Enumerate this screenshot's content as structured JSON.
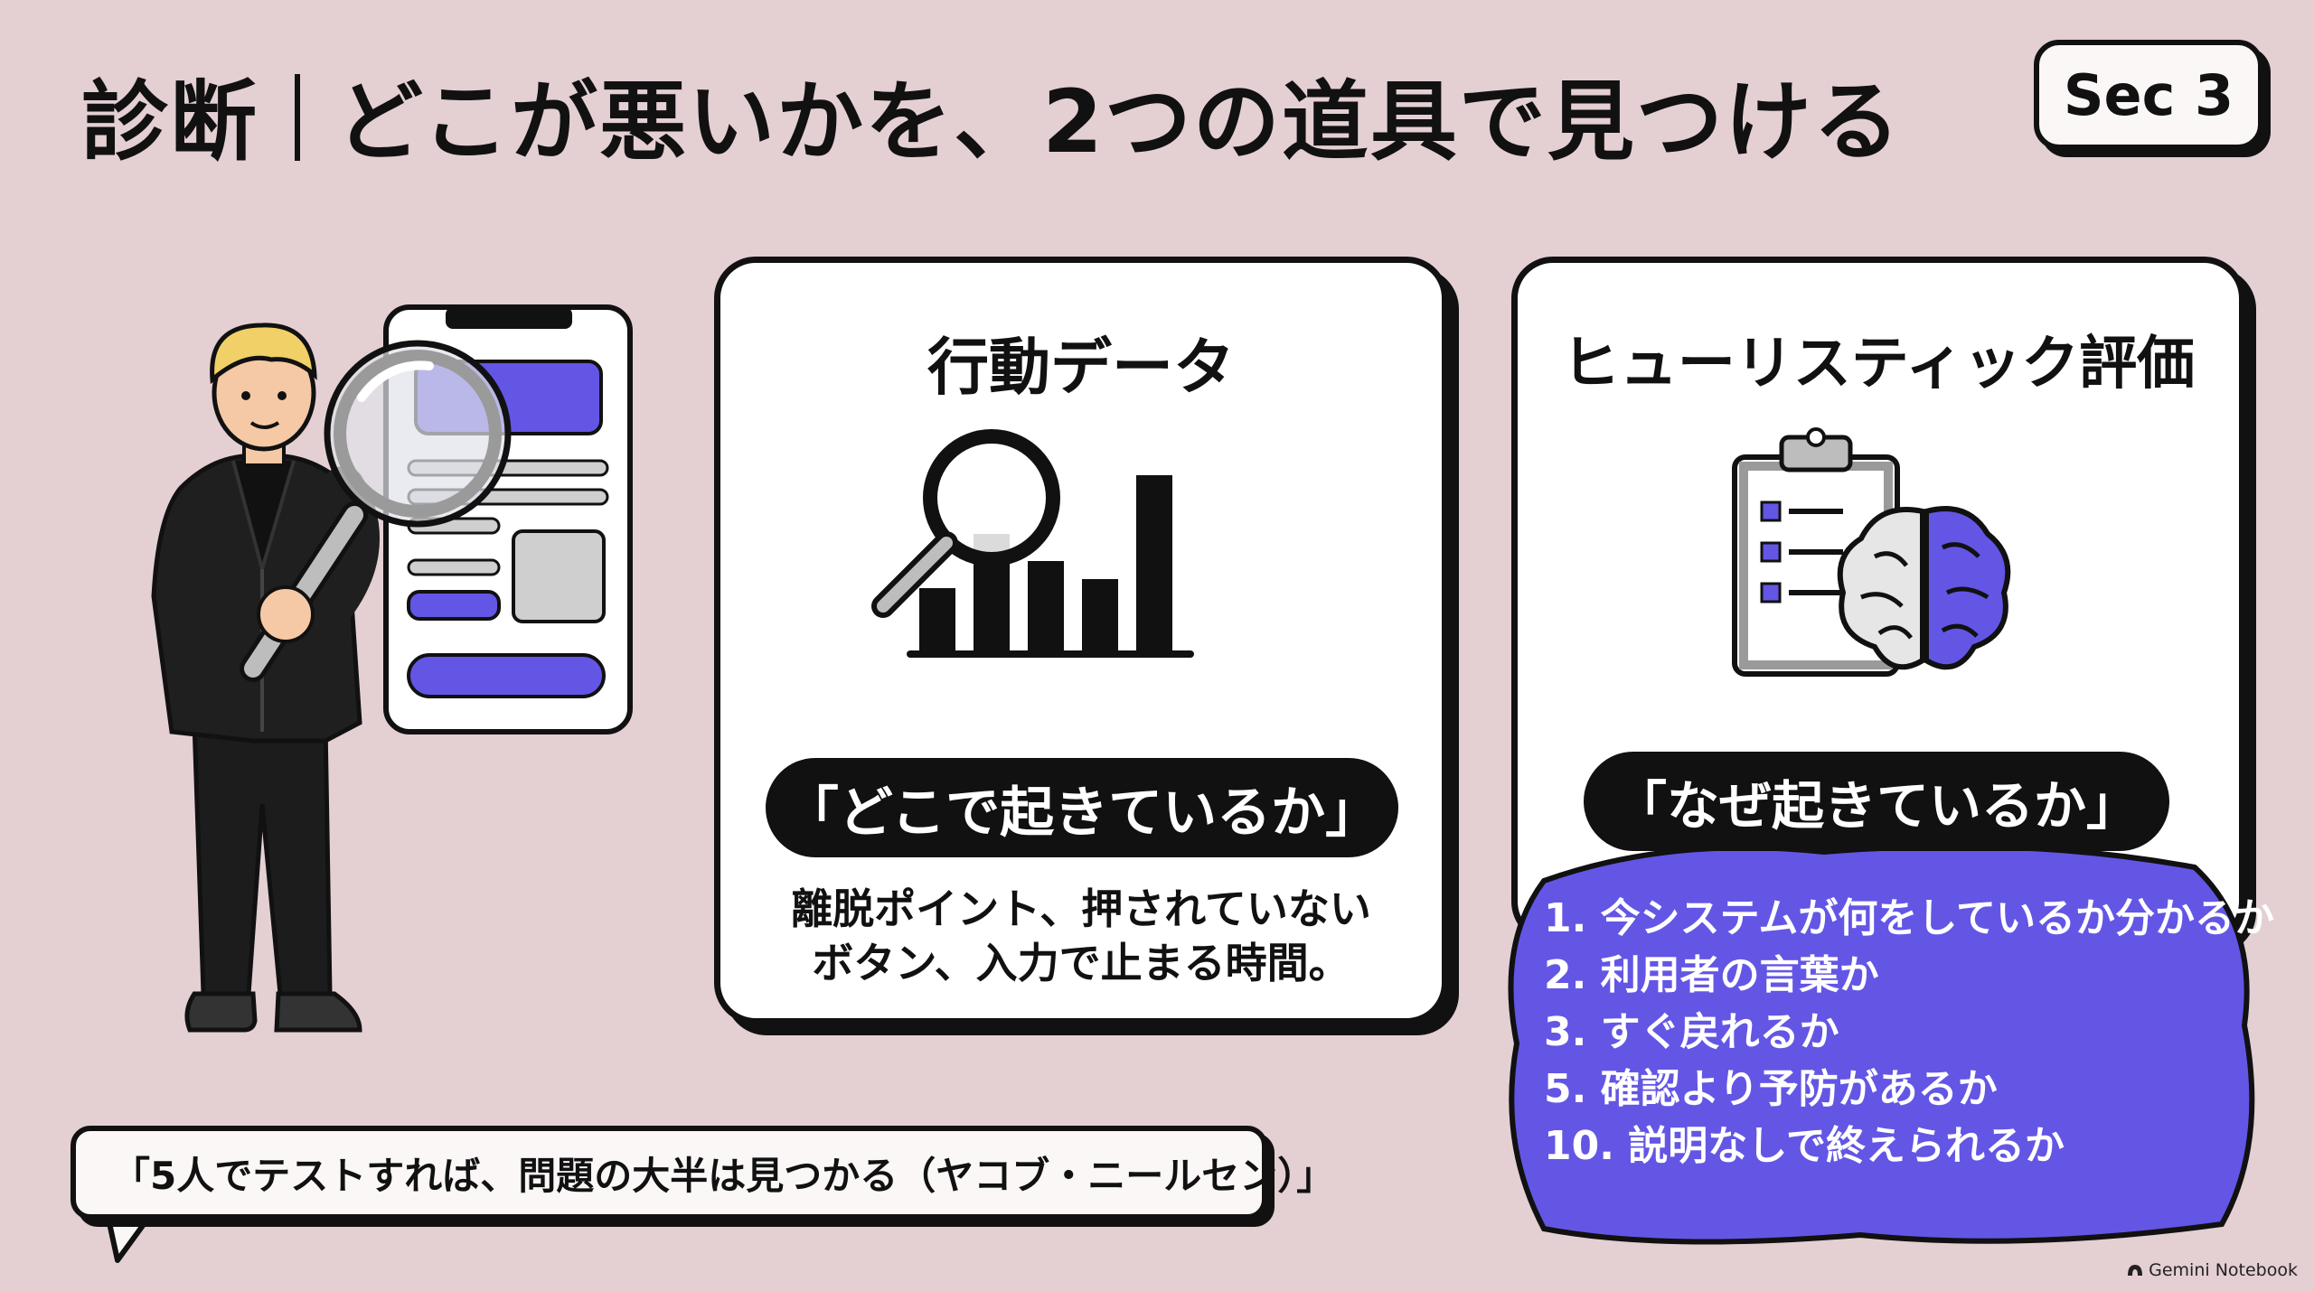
{
  "header": {
    "title_left": "診断",
    "title_right": "どこが悪いかを、2つの道具で見つける",
    "section_badge": "Sec 3"
  },
  "cards": [
    {
      "title": "行動データ",
      "icon": "bar-chart-magnifier-icon",
      "pill": "「どこで起きているか」",
      "description_lines": [
        "離脱ポイント、押されていない",
        "ボタン、入力で止まる時間。"
      ]
    },
    {
      "title": "ヒューリスティック評価",
      "icon": "clipboard-brain-icon",
      "pill": "「なぜ起きているか」",
      "list": [
        "1. 今システムが何をしているか分かるか",
        "2. 利用者の言葉か",
        "3. すぐ戻れるか",
        "5. 確認より予防があるか",
        "10. 説明なしで終えられるか"
      ]
    }
  ],
  "quote": "「5人でテストすれば、問題の大半は見つかる（ヤコブ・ニールセン）」",
  "footer": {
    "brand": "Gemini Notebook"
  },
  "colors": {
    "background": "#e4cfd3",
    "accent": "#6356e5",
    "ink": "#111111"
  }
}
